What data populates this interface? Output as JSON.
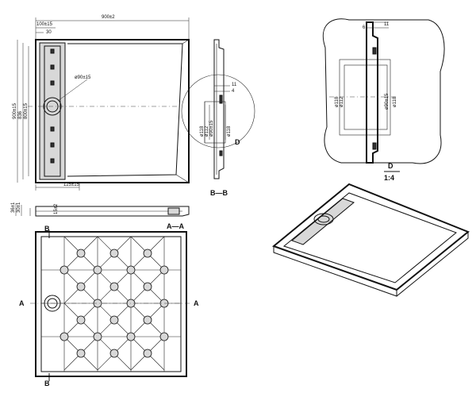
{
  "top_view": {
    "dim_width": "900±2",
    "dim_offset_1": "100±15",
    "dim_offset_2": "30",
    "dim_height": "900±15",
    "dim_height_2": "836",
    "dim_height_3": "800±15",
    "dim_drain": "ø90±15",
    "dim_bottom": "125±15"
  },
  "section_bb": {
    "label": "B—B",
    "detail_letter": "D",
    "dim_11": "11",
    "dim_4": "4",
    "dim_118": "ø118",
    "dim_112": "ø112",
    "dim_90": "ø90±15",
    "dim_118b": "ø118"
  },
  "detail_d": {
    "dim_11": "11",
    "dim_6": "6",
    "dim_118": "ø118",
    "dim_112": "ø112",
    "dim_90": "ø90±15",
    "dim_118b": "ø118",
    "label_letter": "D",
    "label_scale": "1:4"
  },
  "section_aa": {
    "label": "A—A",
    "dim_1": "36±1",
    "dim_2": "30±1",
    "dim_3": "15±2"
  },
  "bottom_view": {
    "marker_a": "A",
    "marker_b": "B"
  }
}
